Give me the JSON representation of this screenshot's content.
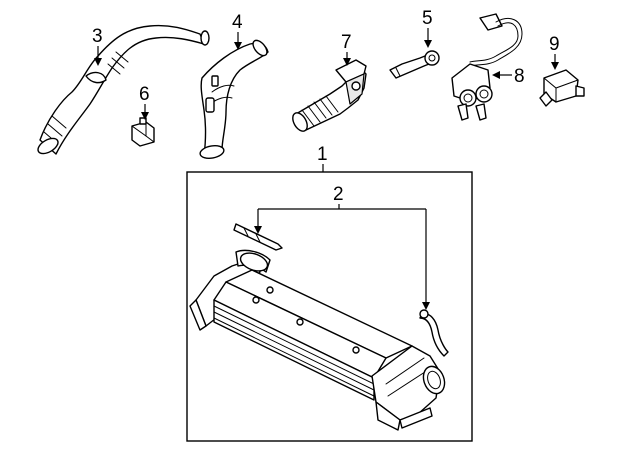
{
  "diagram": {
    "callouts": [
      {
        "id": "1",
        "label": "1"
      },
      {
        "id": "2",
        "label": "2"
      },
      {
        "id": "3",
        "label": "3"
      },
      {
        "id": "4",
        "label": "4"
      },
      {
        "id": "5",
        "label": "5"
      },
      {
        "id": "6",
        "label": "6"
      },
      {
        "id": "7",
        "label": "7"
      },
      {
        "id": "8",
        "label": "8"
      },
      {
        "id": "9",
        "label": "9"
      }
    ],
    "colors": {
      "line": "#000000",
      "background": "#ffffff",
      "shade": "#e8e8e8"
    }
  }
}
